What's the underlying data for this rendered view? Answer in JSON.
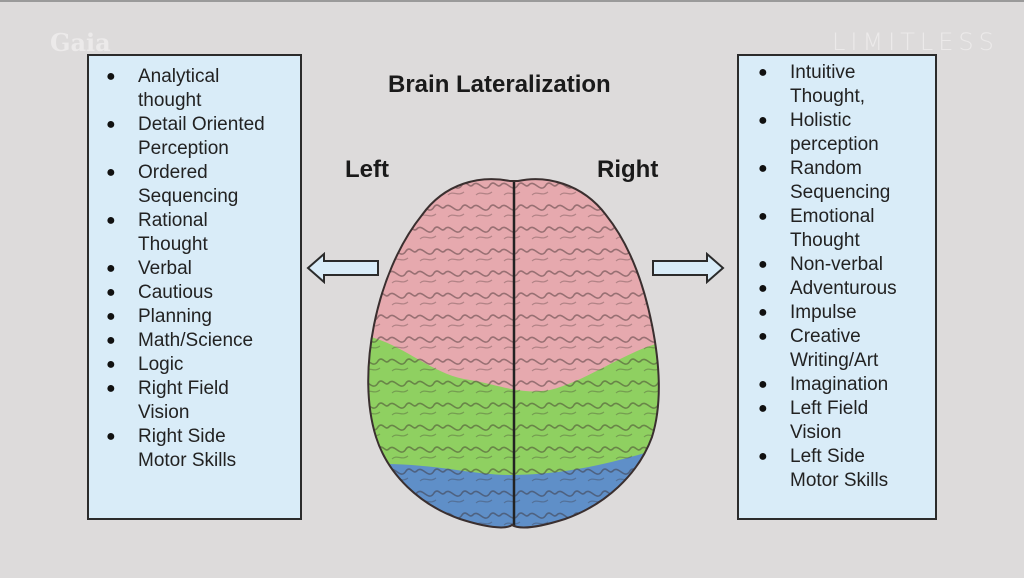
{
  "watermarks": {
    "left": "Gaia",
    "right": "LIMITLESS"
  },
  "title": "Brain Lateralization",
  "labels": {
    "left": "Left",
    "right": "Right"
  },
  "left_panel": {
    "items": [
      {
        "lines": [
          "Analytical",
          "thought"
        ]
      },
      {
        "lines": [
          "Detail Oriented",
          "Perception"
        ]
      },
      {
        "lines": [
          "Ordered",
          "Sequencing"
        ]
      },
      {
        "lines": [
          "Rational",
          "Thought"
        ]
      },
      {
        "lines": [
          "Verbal"
        ]
      },
      {
        "lines": [
          "Cautious"
        ]
      },
      {
        "lines": [
          "Planning"
        ]
      },
      {
        "lines": [
          "Math/Science"
        ]
      },
      {
        "lines": [
          "Logic"
        ]
      },
      {
        "lines": [
          "Right Field",
          "Vision"
        ]
      },
      {
        "lines": [
          "Right Side",
          "Motor Skills"
        ]
      }
    ]
  },
  "right_panel": {
    "items": [
      {
        "lines": [
          "Intuitive",
          "Thought,"
        ]
      },
      {
        "lines": [
          "Holistic",
          "perception"
        ]
      },
      {
        "lines": [
          "Random",
          "Sequencing"
        ]
      },
      {
        "lines": [
          "Emotional",
          "Thought"
        ]
      },
      {
        "lines": [
          "Non-verbal"
        ]
      },
      {
        "lines": [
          "Adventurous"
        ]
      },
      {
        "lines": [
          "Impulse"
        ]
      },
      {
        "lines": [
          "Creative",
          "Writing/Art"
        ]
      },
      {
        "lines": [
          "Imagination"
        ]
      },
      {
        "lines": [
          "Left Field",
          "Vision"
        ]
      },
      {
        "lines": [
          "Left Side",
          "Motor Skills"
        ]
      }
    ]
  },
  "bullet_glyph": "●",
  "colors": {
    "background": "#dddbdb",
    "panel_fill": "#d9ecf8",
    "frontal_lobe": "#e6a9ae",
    "parietal_lobe": "#8fd061",
    "occipital_lobe": "#5f8fc8"
  },
  "brain_regions": [
    "frontal",
    "parietal",
    "occipital"
  ]
}
